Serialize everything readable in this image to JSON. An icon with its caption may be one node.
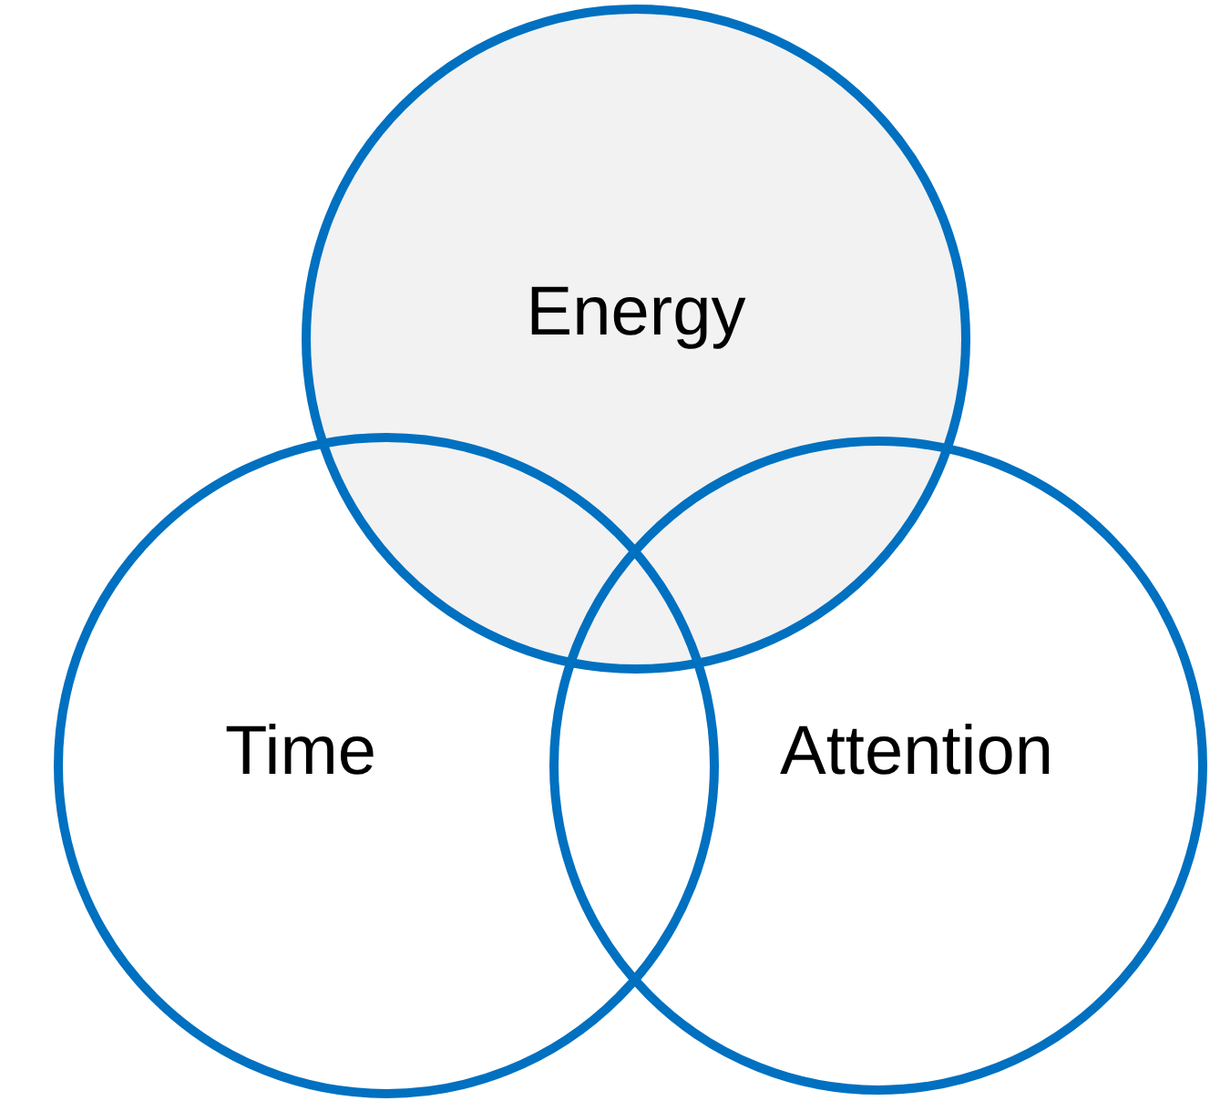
{
  "diagram": {
    "nodes": [
      {
        "text": [
          "Energy"
        ]
      },
      {
        "text": [
          "Time"
        ]
      },
      {
        "text": [
          "Attention"
        ]
      }
    ]
  }
}
